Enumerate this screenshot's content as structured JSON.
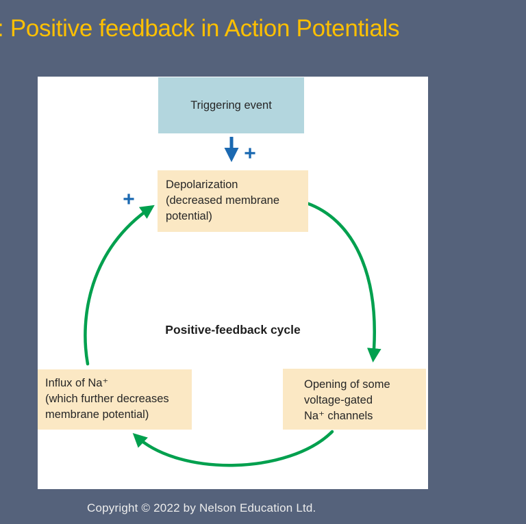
{
  "slide": {
    "title": ": Positive feedback in Action Potentials",
    "copyright": "Copyright © 2022 by Nelson Education Ltd."
  },
  "diagram": {
    "trigger_box": "Triggering event",
    "depolarization_box": "Depolarization\n(decreased membrane\npotential)",
    "center_label": "Positive-feedback cycle",
    "influx_box": "Influx of Na⁺\n(which further decreases\nmembrane potential)",
    "opening_box": "Opening of some\nvoltage-gated\nNa⁺ channels",
    "plus_sign": "+",
    "icons": [
      "down-arrow-icon",
      "plus-icon",
      "cycle-arc-right-icon",
      "cycle-arc-left-icon",
      "cycle-arc-bottom-icon"
    ],
    "colors": {
      "background": "#55627B",
      "title_text": "#FFC000",
      "panel": "#FFFFFF",
      "trigger_box_fill": "#B3D6DE",
      "process_box_fill": "#FBE8C4",
      "arrow_green": "#00A04E",
      "arrow_blue": "#1B69B1",
      "box_text": "#262626",
      "copyright_text": "#EDEDED"
    }
  }
}
